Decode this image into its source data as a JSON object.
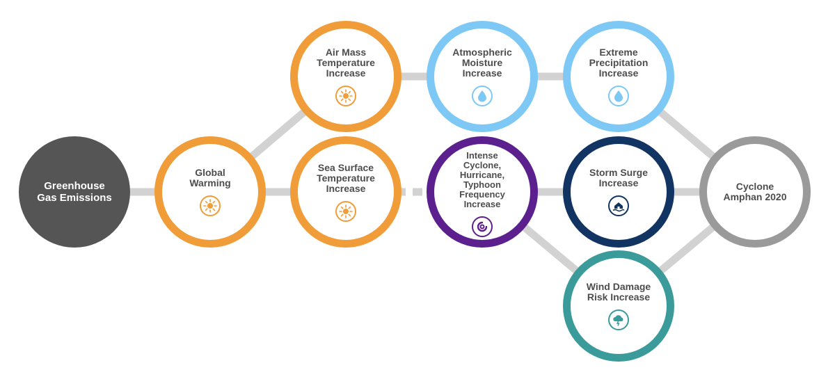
{
  "colors": {
    "connector": "#d2d2d2",
    "dark": "#555555",
    "orange": "#f09c38",
    "light_blue": "#7ec8f5",
    "purple": "#5c1f8e",
    "navy": "#123463",
    "gray": "#9a9a9a",
    "teal": "#3b9b9b"
  },
  "nodes": {
    "greenhouse": {
      "label": "Greenhouse\nGas Emissions",
      "color": "#555555"
    },
    "global_warming": {
      "label": "Global\nWarming",
      "color": "#f09c38",
      "icon": "sun-icon"
    },
    "air_mass": {
      "label": "Air Mass\nTemperature\nIncrease",
      "color": "#f09c38",
      "icon": "sun-icon"
    },
    "sea_surface": {
      "label": "Sea Surface\nTemperature\nIncrease",
      "color": "#f09c38",
      "icon": "sun-icon"
    },
    "atmospheric_moisture": {
      "label": "Atmospheric\nMoisture\nIncrease",
      "color": "#7ec8f5",
      "icon": "droplet-icon"
    },
    "extreme_precipitation": {
      "label": "Extreme\nPrecipitation\nIncrease",
      "color": "#7ec8f5",
      "icon": "droplet-icon"
    },
    "intense_cyclone": {
      "label": "Intense\nCyclone,\nHurricane,\nTyphoon\nFrequency\nIncrease",
      "color": "#5c1f8e",
      "icon": "cyclone-icon"
    },
    "storm_surge": {
      "label": "Storm Surge\nIncrease",
      "color": "#123463",
      "icon": "flooded-house-icon"
    },
    "cyclone_amphan": {
      "label": "Cyclone\nAmphan 2020",
      "color": "#9a9a9a"
    },
    "wind_damage": {
      "label": "Wind Damage\nRisk Increase",
      "color": "#3b9b9b",
      "icon": "storm-cloud-icon"
    }
  },
  "edges": [
    {
      "from": "greenhouse",
      "to": "global_warming",
      "style": "solid"
    },
    {
      "from": "global_warming",
      "to": "air_mass",
      "style": "solid"
    },
    {
      "from": "global_warming",
      "to": "sea_surface",
      "style": "solid"
    },
    {
      "from": "air_mass",
      "to": "atmospheric_moisture",
      "style": "solid"
    },
    {
      "from": "atmospheric_moisture",
      "to": "extreme_precipitation",
      "style": "solid"
    },
    {
      "from": "extreme_precipitation",
      "to": "cyclone_amphan",
      "style": "solid"
    },
    {
      "from": "sea_surface",
      "to": "intense_cyclone",
      "style": "dashed"
    },
    {
      "from": "intense_cyclone",
      "to": "storm_surge",
      "style": "solid"
    },
    {
      "from": "storm_surge",
      "to": "cyclone_amphan",
      "style": "solid"
    },
    {
      "from": "intense_cyclone",
      "to": "wind_damage",
      "style": "solid"
    },
    {
      "from": "wind_damage",
      "to": "cyclone_amphan",
      "style": "solid"
    }
  ]
}
